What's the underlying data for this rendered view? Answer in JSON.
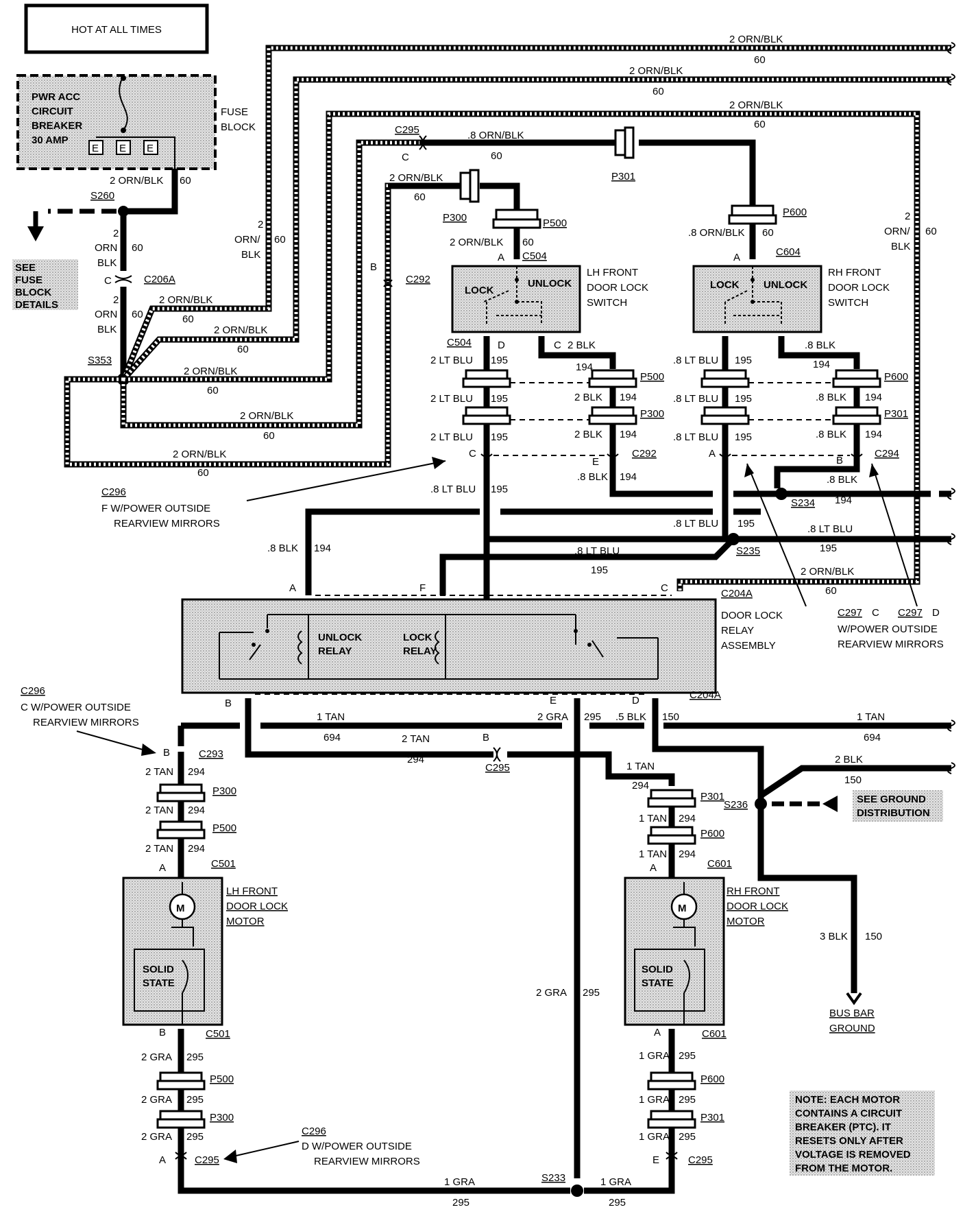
{
  "header": {
    "hot_label": "HOT AT ALL TIMES"
  },
  "fuse": {
    "breaker_lines": [
      "PWR ACC",
      "CIRCUIT",
      "BREAKER",
      "30 AMP"
    ],
    "fuse_block_lines": [
      "FUSE",
      "BLOCK"
    ],
    "see_details_lines": [
      "SEE",
      "FUSE",
      "BLOCK",
      "DETAILS"
    ],
    "e_label": "E"
  },
  "wires": {
    "orn_blk_2": "2 ORN/BLK",
    "orn_blk_08": ".8 ORN/BLK",
    "n60": "60",
    "n2": "2",
    "orn": "ORN",
    "blk": "BLK",
    "orn_slash": "ORN/",
    "lt_blu_2": "2 LT BLU",
    "lt_blu_08": ".8 LT BLU",
    "n195": "195",
    "blk_2": "2 BLK",
    "blk_08": ".8 BLK",
    "n194": "194",
    "tan_1": "1 TAN",
    "tan_2": "2 TAN",
    "n694": "694",
    "n294": "294",
    "gra_2": "2 GRA",
    "gra_1": "1 GRA",
    "n295": "295",
    "blk_05": ".5 BLK",
    "n150": "150",
    "blk_3": "3 BLK"
  },
  "connectors": {
    "S260": "S260",
    "S353": "S353",
    "C206A": "C206A",
    "C295": "C295",
    "C292": "C292",
    "P300": "P300",
    "P500": "P500",
    "P301": "P301",
    "P600": "P600",
    "C504": "C504",
    "C604": "C604",
    "C294": "C294",
    "S234": "S234",
    "S235": "S235",
    "C204A": "C204A",
    "C293": "C293",
    "S236": "S236",
    "C501": "C501",
    "C601": "C601",
    "S233": "S233",
    "C296": "C296",
    "C297": "C297"
  },
  "pins": {
    "A": "A",
    "B": "B",
    "C": "C",
    "D": "D",
    "E": "E",
    "F": "F"
  },
  "notes": {
    "c296_f": "F  W/POWER OUTSIDE",
    "c296_c": "C  W/POWER OUTSIDE",
    "c296_d": "D  W/POWER OUTSIDE",
    "rearview": "REARVIEW MIRRORS",
    "c297_c": "C",
    "c297_d": "D",
    "w_power": "W/POWER OUTSIDE"
  },
  "components": {
    "lh_switch": {
      "name_lines": [
        "LH FRONT",
        "DOOR LOCK",
        "SWITCH"
      ],
      "lock": "LOCK",
      "unlock": "UNLOCK"
    },
    "rh_switch": {
      "name_lines": [
        "RH FRONT",
        "DOOR LOCK",
        "SWITCH"
      ],
      "lock": "LOCK",
      "unlock": "UNLOCK"
    },
    "relay": {
      "name_lines": [
        "DOOR LOCK",
        "RELAY",
        "ASSEMBLY"
      ],
      "unlock_lines": [
        "UNLOCK",
        "RELAY"
      ],
      "lock_lines": [
        "LOCK",
        "RELAY"
      ]
    },
    "lh_motor": {
      "name_lines": [
        "LH FRONT",
        "DOOR LOCK",
        "MOTOR"
      ],
      "m": "M",
      "solid_lines": [
        "SOLID",
        "STATE"
      ]
    },
    "rh_motor": {
      "name_lines": [
        "RH FRONT",
        "DOOR LOCK",
        "MOTOR"
      ],
      "m": "M",
      "solid_lines": [
        "SOLID",
        "STATE"
      ]
    },
    "ground": {
      "see_lines": [
        "SEE GROUND",
        "DISTRIBUTION"
      ],
      "bus_lines": [
        "BUS BAR",
        "GROUND"
      ]
    },
    "note_lines": [
      "NOTE: EACH MOTOR",
      "CONTAINS A CIRCUIT",
      "BREAKER (PTC). IT",
      "RESETS ONLY AFTER",
      "VOLTAGE IS REMOVED",
      "FROM THE MOTOR."
    ]
  }
}
